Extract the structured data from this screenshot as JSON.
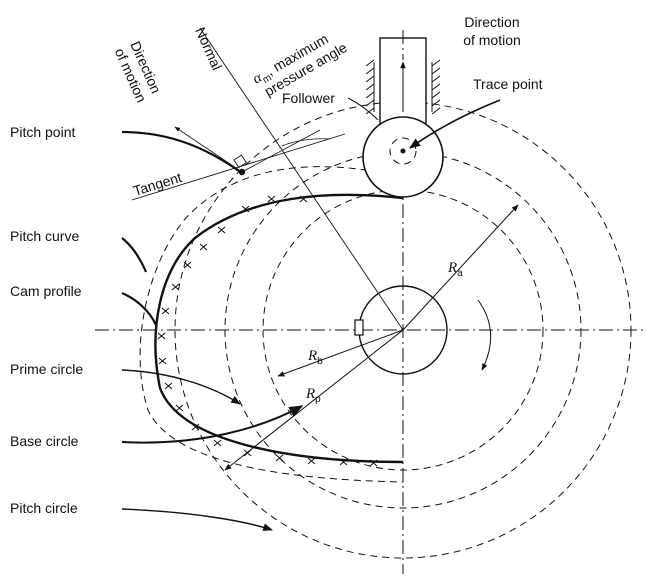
{
  "labels": {
    "direction_of_motion_top": [
      "Direction",
      "of motion"
    ],
    "direction_of_motion_left": [
      "Direction",
      "of motion"
    ],
    "normal": "Normal",
    "pressure_angle_symbol": "α",
    "pressure_angle_sub": "m",
    "pressure_angle_text": [
      ", maximum",
      "pressure angle"
    ],
    "follower": "Follower",
    "trace_point": "Trace point",
    "pitch_point": "Pitch point",
    "tangent": "Tangent",
    "pitch_curve": "Pitch curve",
    "cam_profile": "Cam profile",
    "prime_circle": "Prime circle",
    "base_circle": "Base circle",
    "pitch_circle": "Pitch circle"
  },
  "radii": {
    "ra_symbol": "R",
    "ra_sub": "a",
    "rb_symbol": "R",
    "rb_sub": "b",
    "rp_symbol": "R",
    "rp_sub": "p"
  }
}
